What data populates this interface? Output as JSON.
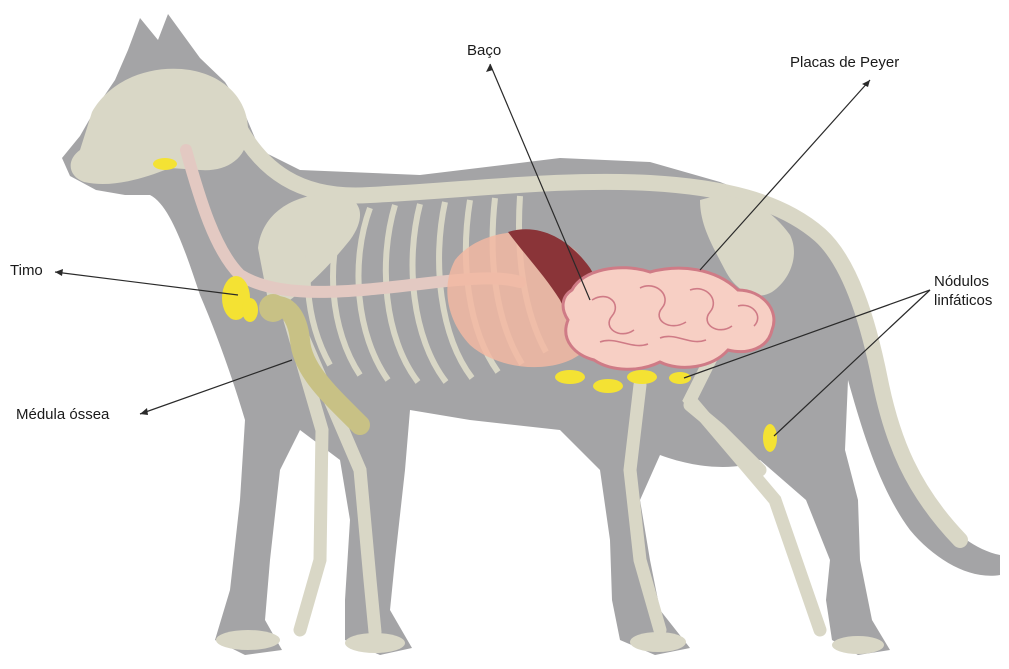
{
  "labels": {
    "baco": "Baço",
    "placas_de_peyer": "Placas de Peyer",
    "timo": "Timo",
    "medula_ossea": "Médula óssea",
    "nodulos_line1": "Nódulos",
    "nodulos_line2": "linfáticos"
  },
  "colors": {
    "body": "#a4a4a6",
    "bone": "#d9d7c6",
    "bone_marrow": "#c8c185",
    "spleen": "#8a3438",
    "intestine": "#f7cfc4",
    "intestine_outline": "#cf7b86",
    "stomach": "#f2b9a2",
    "lymph": "#f4e233",
    "leader_line": "#2a2a2a"
  }
}
